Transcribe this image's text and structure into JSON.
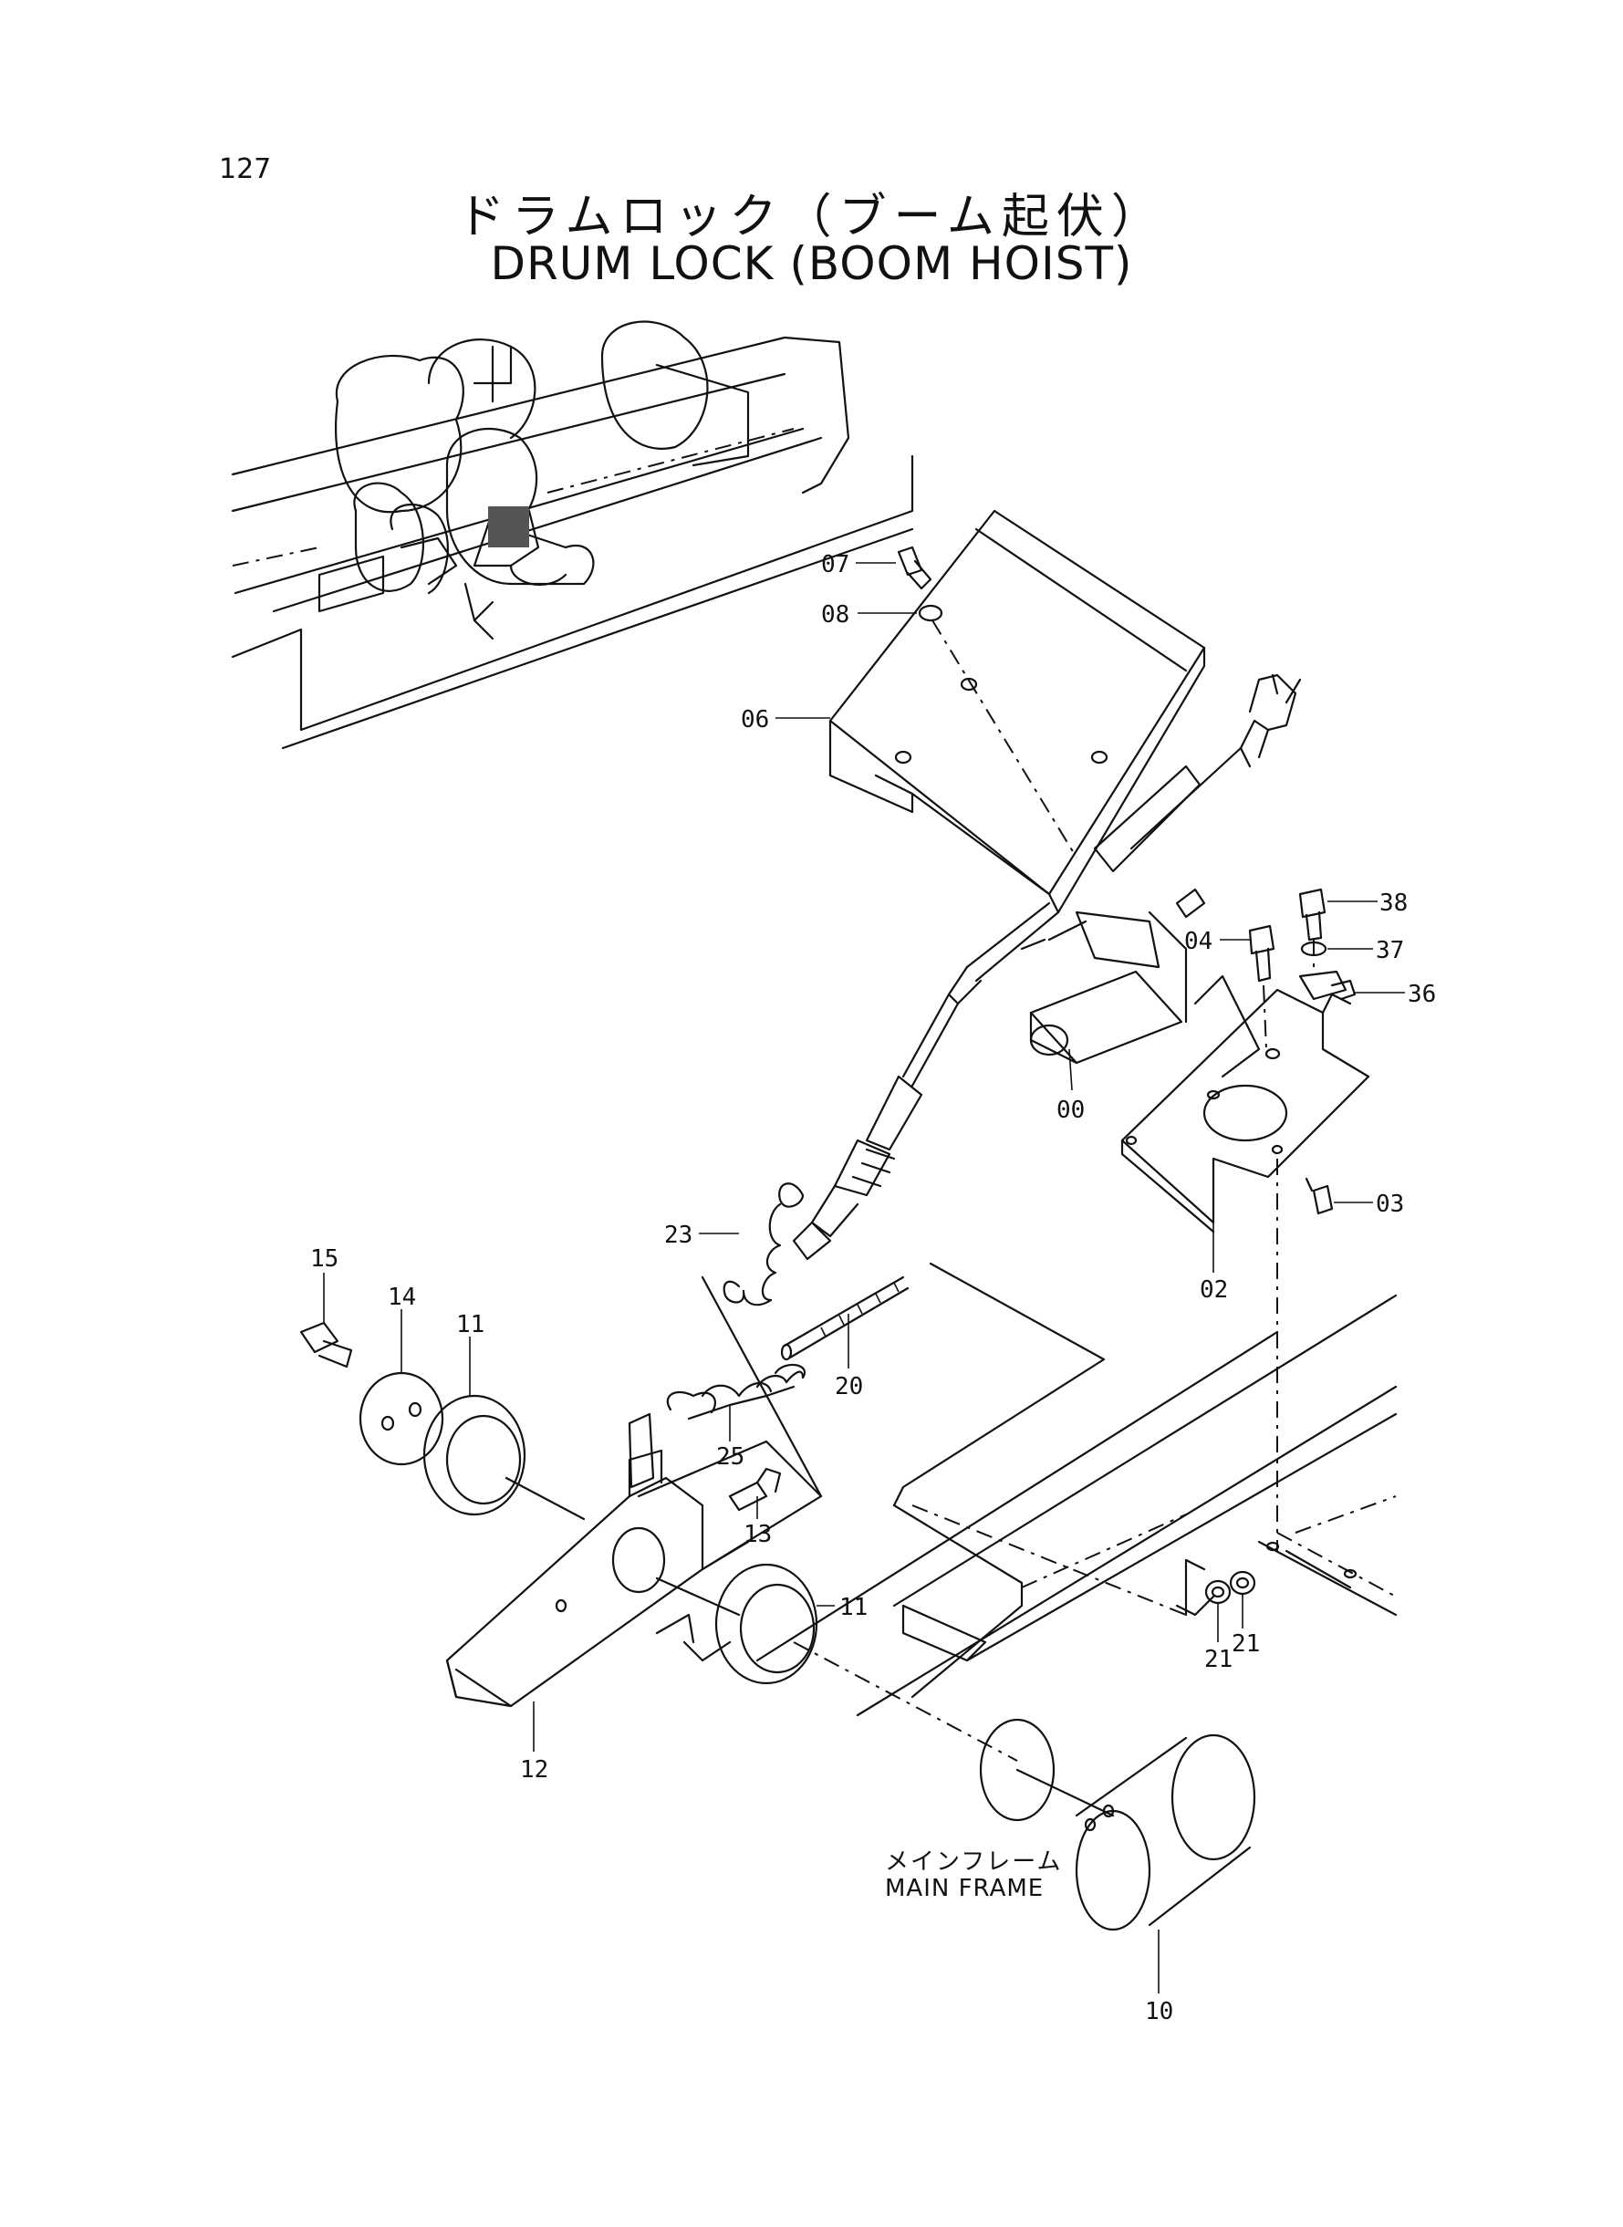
{
  "page": {
    "number": "127"
  },
  "title": {
    "japanese": "ドラムロック（ブーム起伏）",
    "english": "DRUM LOCK (BOOM HOIST)"
  },
  "frame_label": {
    "japanese": "メインフレーム",
    "english": "MAIN FRAME"
  },
  "callouts": {
    "c07": "07",
    "c08": "08",
    "c06": "06",
    "c38": "38",
    "c04": "04",
    "c37": "37",
    "c36": "36",
    "c00": "00",
    "c03": "03",
    "c02": "02",
    "c23": "23",
    "c15": "15",
    "c14": "14",
    "c11a": "11",
    "c20": "20",
    "c25": "25",
    "c13": "13",
    "c11b": "11",
    "c21a": "21",
    "c21b": "21",
    "c12": "12",
    "c10": "10"
  }
}
